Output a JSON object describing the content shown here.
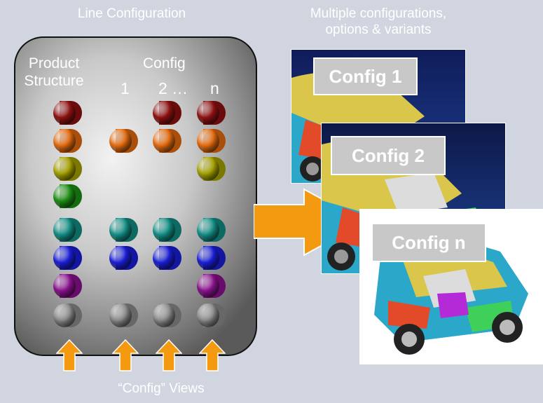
{
  "left_title": "Line Configuration",
  "right_title_line1": "Multiple configurations,",
  "right_title_line2": "options & variants",
  "product_label_line1": "Product",
  "product_label_line2": "Structure",
  "config_label": "Config",
  "col_1": "1",
  "col_2": "2 …",
  "col_n": "n",
  "bottom_caption": "“Config” Views",
  "config_tags": [
    "Config 1",
    "Config 2",
    "Config n"
  ],
  "colors": {
    "background": "#d1d5df",
    "arrow": "#f39a11",
    "dark_red": "#8e1111",
    "orange": "#e26a0f",
    "olive": "#a3a000",
    "green": "#1c8f14",
    "teal": "#128e85",
    "blue": "#1a1ed6",
    "purple": "#8a118e",
    "gray": "#8a8a8a"
  }
}
